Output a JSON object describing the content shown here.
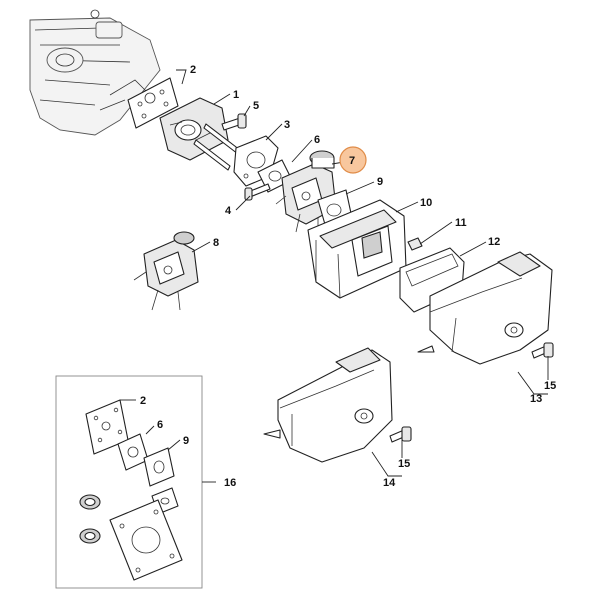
{
  "diagram": {
    "highlight_color": "#f8c79e",
    "highlight_stroke": "#e08c48",
    "callouts": {
      "c1": "1",
      "c2": "2",
      "c3": "3",
      "c4": "4",
      "c5": "5",
      "c6": "6",
      "c7": "7",
      "c8": "8",
      "c9": "9",
      "c10": "10",
      "c11": "11",
      "c12": "12",
      "c13": "13",
      "c14": "14",
      "c15a": "15",
      "c15b": "15",
      "c16": "16",
      "kit2": "2",
      "kit6": "6",
      "kit9": "9"
    }
  }
}
